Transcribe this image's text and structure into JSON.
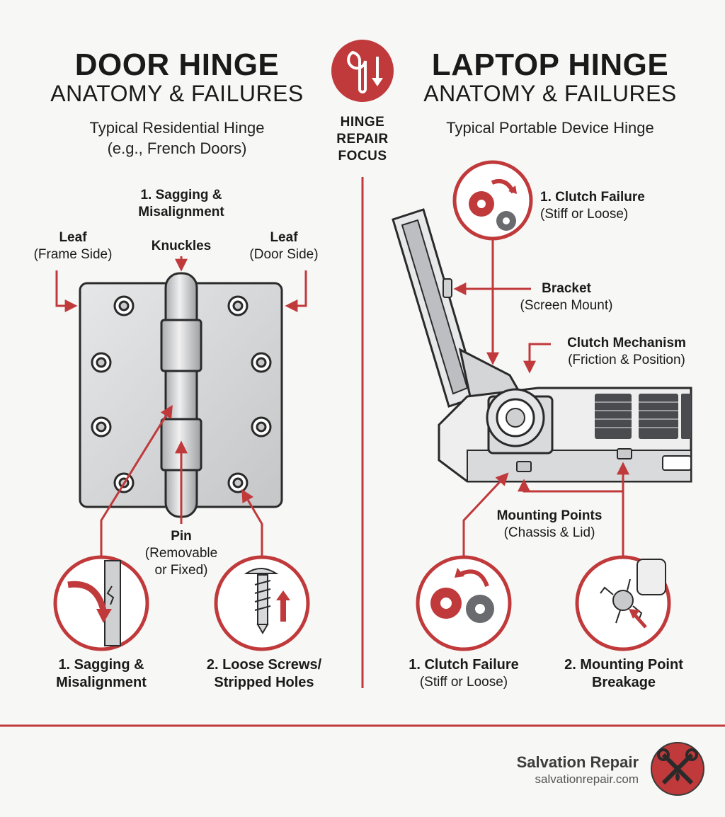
{
  "colors": {
    "accent": "#c0393b",
    "background": "#f7f7f5",
    "metal": "#d3d4d6",
    "ink": "#1a1a1a"
  },
  "center": {
    "badge_icon": "wrench-arrow-icon",
    "focus_lines": [
      "HINGE",
      "REPAIR",
      "FOCUS"
    ]
  },
  "door": {
    "title": "DOOR HINGE",
    "subtitle": "ANATOMY & FAILURES",
    "type_lines": [
      "Typical Residential Hinge",
      "(e.g., French Doors)"
    ],
    "sagging_top": [
      "1. Sagging &",
      "Misalignment"
    ],
    "knuckles": "Knuckles",
    "leaf_frame": {
      "title": "Leaf",
      "detail": "(Frame Side)"
    },
    "leaf_door": {
      "title": "Leaf",
      "detail": "(Door Side)"
    },
    "pin": {
      "title": "Pin",
      "detail_lines": [
        "(Removable",
        "or Fixed)"
      ]
    },
    "failure_1": [
      "1. Sagging &",
      "Misalignment"
    ],
    "failure_2": [
      "2. Loose Screws/",
      "Stripped Holes"
    ]
  },
  "laptop": {
    "title": "LAPTOP HINGE",
    "subtitle": "ANATOMY & FAILURES",
    "type_line": "Typical Portable Device Hinge",
    "clutch_top": {
      "title": "1. Clutch Failure",
      "detail": "(Stiff or Loose)"
    },
    "bracket": {
      "title": "Bracket",
      "detail": "(Screen Mount)"
    },
    "clutch_mech": {
      "title": "Clutch Mechanism",
      "detail": "(Friction & Position)"
    },
    "mounting_points": {
      "title": "Mounting Points",
      "detail": "(Chassis & Lid)"
    },
    "failure_1": {
      "title": "1. Clutch Failure",
      "detail": "(Stiff or Loose)"
    },
    "failure_2": [
      "2. Mounting Point",
      "Breakage"
    ]
  },
  "footer": {
    "brand": "Salvation Repair",
    "url": "salvationrepair.com",
    "logo_icon": "crossed-tools-icon"
  }
}
